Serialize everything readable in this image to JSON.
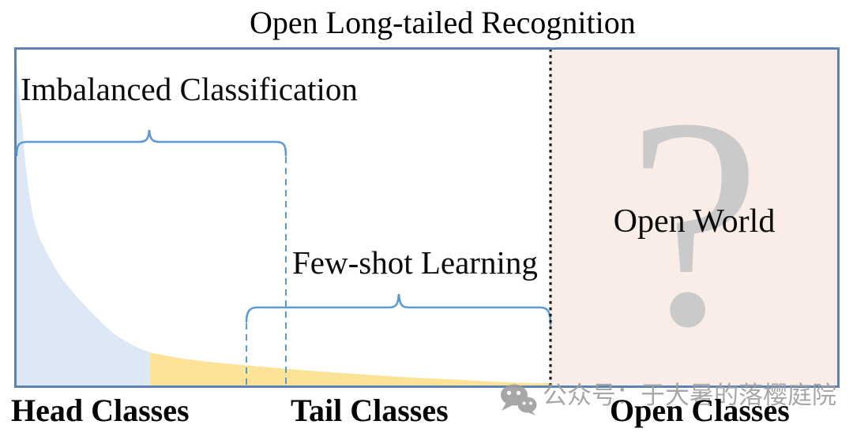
{
  "title": "Open Long-tailed Recognition",
  "figure": {
    "imbalanced_label": "Imbalanced Classification",
    "few_shot_label": "Few-shot Learning",
    "open_world_label": "Open World",
    "question_mark": "?"
  },
  "class_labels": {
    "head": "Head Classes",
    "tail": "Tail Classes",
    "open": "Open Classes"
  },
  "watermark": {
    "text": "公众号：于大暑的落樱庭院"
  },
  "colors": {
    "head-fill": "#dce8f5",
    "tail-fill": "#fce398",
    "open-fill": "#faece6",
    "brace-blue": "#5b9bd5",
    "border-blue": "#5b84b5",
    "dotted-black": "#1a1a1a",
    "question-gray": "#cacaca",
    "watermark-gray": "#9e9e9e"
  }
}
